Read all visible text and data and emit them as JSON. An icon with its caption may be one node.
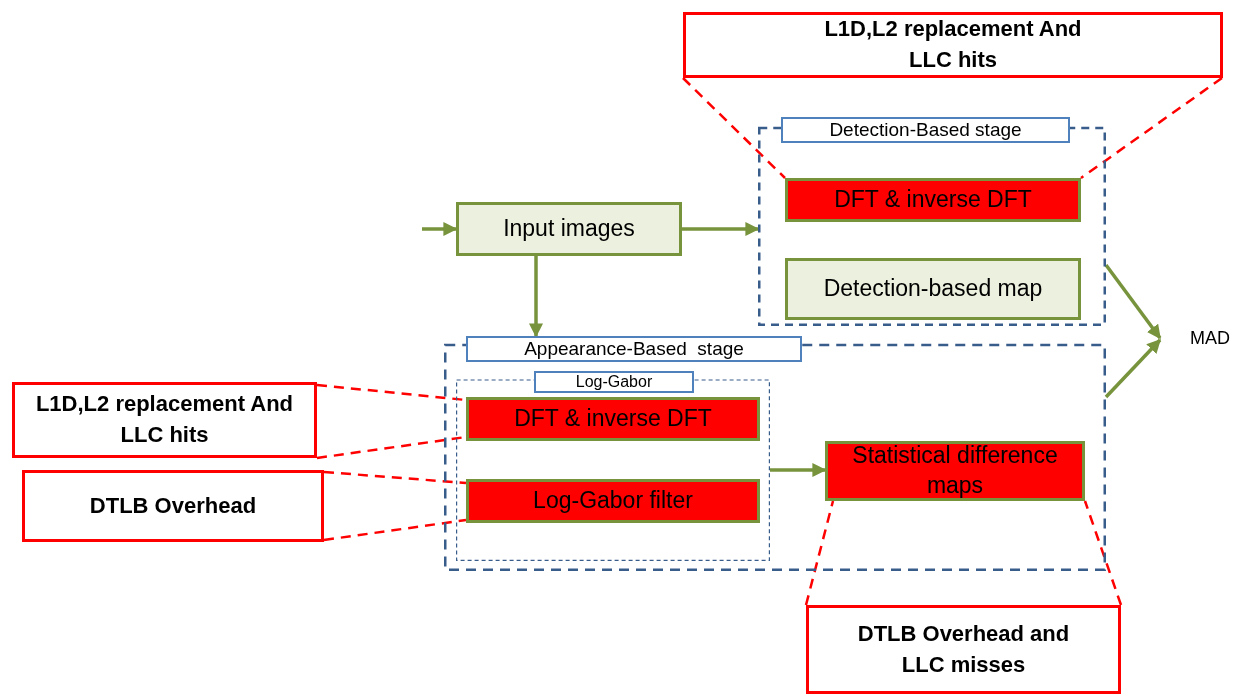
{
  "diagram": {
    "nodes": [
      {
        "text": [
          "L1D,L2 replacement And LLC hits"
        ]
      },
      {
        "text": [
          "Detection-Based stage"
        ]
      },
      {
        "text": [
          "DFT & inverse DFT"
        ],
        "in": 1
      },
      {
        "text": [
          "Detection-based map"
        ],
        "in": 1
      },
      {
        "text": [
          "Input images"
        ]
      },
      {
        "text": [
          "Appearance-Based  stage"
        ]
      },
      {
        "text": [
          "Log-Gabor"
        ],
        "in": 5
      },
      {
        "text": [
          "DFT & inverse DFT"
        ],
        "in": 6
      },
      {
        "text": [
          "Log-Gabor filter"
        ],
        "in": 6
      },
      {
        "text": [
          "Statistical difference maps"
        ],
        "in": 5
      },
      {
        "text": [
          "MAD"
        ]
      },
      {
        "text": [
          "L1D,L2 replacement And LLC hits"
        ]
      },
      {
        "text": [
          "DTLB Overhead"
        ]
      },
      {
        "text": [
          "DTLB Overhead and LLC misses"
        ]
      }
    ],
    "edges": [
      {
        "from": null,
        "to": 4,
        "arrow": "to",
        "color": "#77933c"
      },
      {
        "from": 4,
        "to": 1,
        "arrow": "to",
        "color": "#77933c"
      },
      {
        "from": 4,
        "to": 5,
        "arrow": "to",
        "color": "#77933c"
      },
      {
        "from": 1,
        "to": 10,
        "arrow": "to",
        "color": "#77933c"
      },
      {
        "from": 5,
        "to": 10,
        "arrow": "to",
        "color": "#77933c"
      },
      {
        "from": 6,
        "to": 9,
        "arrow": "to",
        "color": "#77933c"
      },
      {
        "from": 0,
        "to": 2,
        "arrow": "none",
        "style": "dashed"
      },
      {
        "from": 0,
        "to": 2,
        "arrow": "none",
        "style": "dashed"
      },
      {
        "from": 11,
        "to": 7,
        "arrow": "none",
        "style": "dashed"
      },
      {
        "from": 11,
        "to": 7,
        "arrow": "none",
        "style": "dashed"
      },
      {
        "from": 12,
        "to": 8,
        "arrow": "none",
        "style": "dashed"
      },
      {
        "from": 12,
        "to": 8,
        "arrow": "none",
        "style": "dashed"
      },
      {
        "from": 13,
        "to": 9,
        "arrow": "none",
        "style": "dashed"
      },
      {
        "from": 13,
        "to": 9,
        "arrow": "none",
        "style": "dashed"
      }
    ]
  }
}
